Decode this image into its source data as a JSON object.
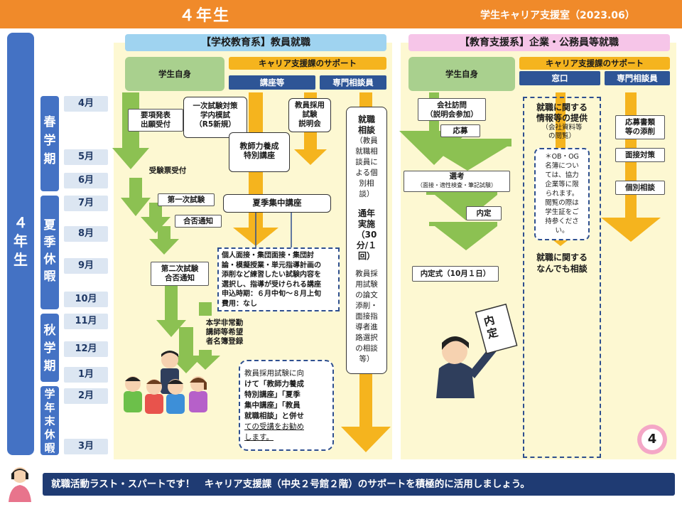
{
  "header": {
    "title": "４年生",
    "subtitle": "学生キャリア支援室（2023.06）"
  },
  "year_label": [
    "４",
    "年",
    "生"
  ],
  "terms": [
    {
      "name": "spring",
      "chars": [
        "春",
        "学",
        "期"
      ]
    },
    {
      "name": "summer",
      "chars": [
        "夏",
        "季",
        "休",
        "暇"
      ]
    },
    {
      "name": "autumn",
      "chars": [
        "秋",
        "学",
        "期"
      ]
    },
    {
      "name": "yearend",
      "chars": [
        "学",
        "年",
        "末",
        "休",
        "暇"
      ]
    }
  ],
  "months": [
    "4月",
    "5月",
    "6月",
    "7月",
    "8月",
    "9月",
    "10月",
    "11月",
    "12月",
    "1月",
    "2月",
    "3月"
  ],
  "school": {
    "title": "【学校教育系】教員就職",
    "student": "学生自身",
    "support": "キャリア支援課のサポート",
    "lectures": "講座等",
    "counselor": "専門相談員",
    "youkou": [
      "要項発表",
      "出願受付"
    ],
    "ichiji_taisaku": [
      "一次試験対策",
      "学内模試",
      "（R5新規）"
    ],
    "setsumeikai": [
      "教員採用",
      "試験",
      "説明会"
    ],
    "yousei": [
      "教師力養成",
      "特別講座"
    ],
    "juken": "受験票受付",
    "daiichi": "第一次試験",
    "goukaku1": "合否通知",
    "kaki": "夏季集中講座",
    "kaki_desc": [
      "個人面接・集団面接・集団討",
      "論・模擬授業・単元指導計画の",
      "添削など練習したい試験内容を",
      "選択し、指導が受けられる講座",
      "申込時期：６月中旬～８月上旬",
      "費用：なし"
    ],
    "niji": [
      "第二次試験",
      "合否通知"
    ],
    "hijoukin": [
      "本学非常勤",
      "講師等希望",
      "者名簿登録"
    ],
    "soudan_title": [
      "就職",
      "相談"
    ],
    "soudan_sub": [
      "（教員",
      "就職相",
      "談員に",
      "よる個",
      "別相",
      "談）"
    ],
    "tsunen": [
      "通年",
      "実施",
      "（30",
      "分/１",
      "回）"
    ],
    "tsunen_desc": [
      "教員採",
      "用試験",
      "の論文",
      "添削・",
      "面接指",
      "導者進",
      "路選択",
      "の相談",
      "等）"
    ],
    "recommend": [
      "教員採用試験に向",
      "けて「教師力養成",
      "特別講座」「夏季",
      "集中講座」「教員",
      "就職相談」と併せ",
      "ての受講をお勧め",
      "します。"
    ]
  },
  "corp": {
    "title": "【教育支援系】企業・公務員等就職",
    "student": "学生自身",
    "support": "キャリア支援課のサポート",
    "window": "窓口",
    "counselor": "専門相談員",
    "houmon": [
      "会社訪問",
      "（説明会参加）"
    ],
    "oubo": "応募",
    "senkou": "選考",
    "senkou_sub": "（面接・適性検査・筆記試験）",
    "naitei": "内定",
    "naiteishiki": "内定式（10月１日）",
    "info_title": [
      "就職に関する",
      "情報等の提供"
    ],
    "info_sub": [
      "（会社資料等",
      "の閲覧）"
    ],
    "ob_note": [
      "＊OB・OG",
      "名簿につい",
      "ては、協力",
      "企業等に限",
      "られます。",
      "閲覧の際は",
      "学生証をご",
      "持参くださ",
      "い。"
    ],
    "nandemo": [
      "就職に関する",
      "なんでも相談"
    ],
    "tensaku": [
      "応募書類",
      "等の添削"
    ],
    "mensetsu": "面接対策",
    "kobetsu": "個別相談",
    "sign": [
      "内",
      "定"
    ]
  },
  "page_number": "4",
  "footer": "就職活動ラスト・スパートです！　キャリア支援課（中央２号館２階）のサポートを積極的に活用しましょう。",
  "colors": {
    "header": "#f08a2a",
    "term_blue": "#4472c4",
    "panel": "#fdf8d2",
    "green_arrow": "#8cc152",
    "orange_arrow": "#f5b41e",
    "footer": "#1f3b73"
  }
}
